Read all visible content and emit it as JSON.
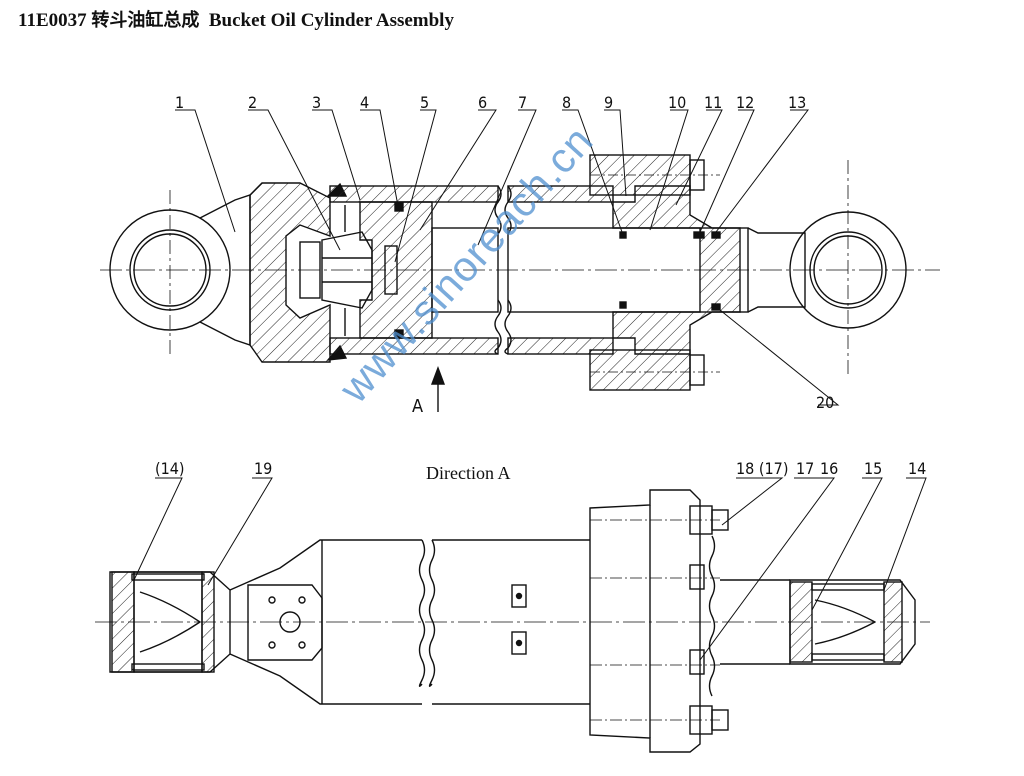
{
  "title": {
    "code": "11E0037",
    "chinese": "转斗油缸总成",
    "english": "Bucket Oil Cylinder Assembly"
  },
  "direction_label": "Direction A",
  "arrow_label": "A",
  "watermark": "www.sinoreach.cn",
  "part_labels": {
    "p1": "1",
    "p2": "2",
    "p3": "3",
    "p4": "4",
    "p5": "5",
    "p6": "6",
    "p7": "7",
    "p8": "8",
    "p9": "9",
    "p10": "10",
    "p11": "11",
    "p12": "12",
    "p13": "13",
    "p20": "20",
    "p14a": "(14)",
    "p19": "19",
    "p18": "18 (17)",
    "p17": "17",
    "p16": "16",
    "p15": "15",
    "p14b": "14"
  }
}
